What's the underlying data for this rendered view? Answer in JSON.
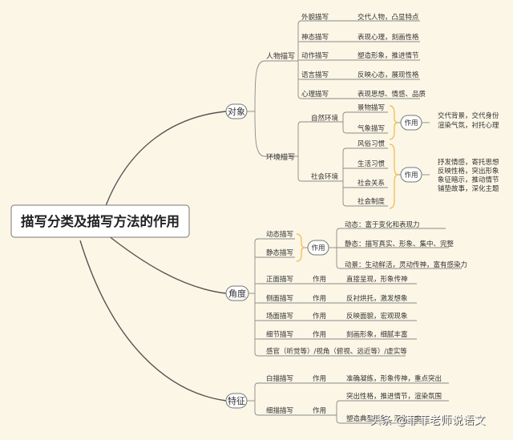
{
  "root": "描写分类及描写方法的作用",
  "l1": {
    "object": "对象",
    "angle": "角度",
    "feature": "特征"
  },
  "object": {
    "person": {
      "label": "人物描写",
      "items": [
        {
          "name": "外貌描写",
          "effect": "交代人物，凸显特点"
        },
        {
          "name": "神态描写",
          "effect": "表现心理，刻画性格"
        },
        {
          "name": "动作描写",
          "effect": "塑造形象，推进情节"
        },
        {
          "name": "语言描写",
          "effect": "反映心态，展现性格"
        },
        {
          "name": "心理描写",
          "effect": "表现思想、情感、品质"
        }
      ]
    },
    "env": {
      "label": "环境描写",
      "natural": {
        "label": "自然环境",
        "items": [
          "景物描写",
          "气象描写"
        ],
        "role": "作用",
        "effects": [
          "交代背景，交代身份",
          "渲染气氛，衬托心理"
        ]
      },
      "social": {
        "label": "社会环境",
        "items": [
          "风俗习惯",
          "生活习惯",
          "社会关系",
          "社会制度"
        ],
        "role": "作用",
        "effects": [
          "抒发情感，寄托思想",
          "反映性格，突出形象",
          "象征暗示，推动情节",
          "铺垫故事，深化主题"
        ]
      }
    }
  },
  "angle": {
    "dyn_static": {
      "items": [
        "动态描写",
        "静态描写"
      ],
      "role": "作用",
      "effects": [
        "动态：富于变化和表现力",
        "静态：描写真实、形象、集中、完整",
        "动景：生动鲜活，灵动传神，富有感染力"
      ]
    },
    "rows": [
      {
        "name": "正面描写",
        "role": "作用",
        "effect": "直接呈现，形象传神"
      },
      {
        "name": "侧面描写",
        "role": "作用",
        "effect": "反衬烘托，激发想象"
      },
      {
        "name": "场面描写",
        "role": "作用",
        "effect": "反映面貌，宏观现象"
      },
      {
        "name": "细节描写",
        "role": "作用",
        "effect": "刻画形象，细腻丰富"
      }
    ],
    "senses": "感官（听觉等）/视角（俯视、远近等）/虚实等"
  },
  "feature": {
    "rows": [
      {
        "name": "白描描写",
        "role": "作用",
        "effects": [
          "准确凝练，形象传神，重点突出"
        ]
      },
      {
        "name": "细描描写",
        "role": "作用",
        "effects": [
          "突出性格，推进情节，渲染氛围",
          "塑造典型形象，深化主题"
        ]
      }
    ]
  },
  "watermark": "头条 @菲菲老师说语文"
}
